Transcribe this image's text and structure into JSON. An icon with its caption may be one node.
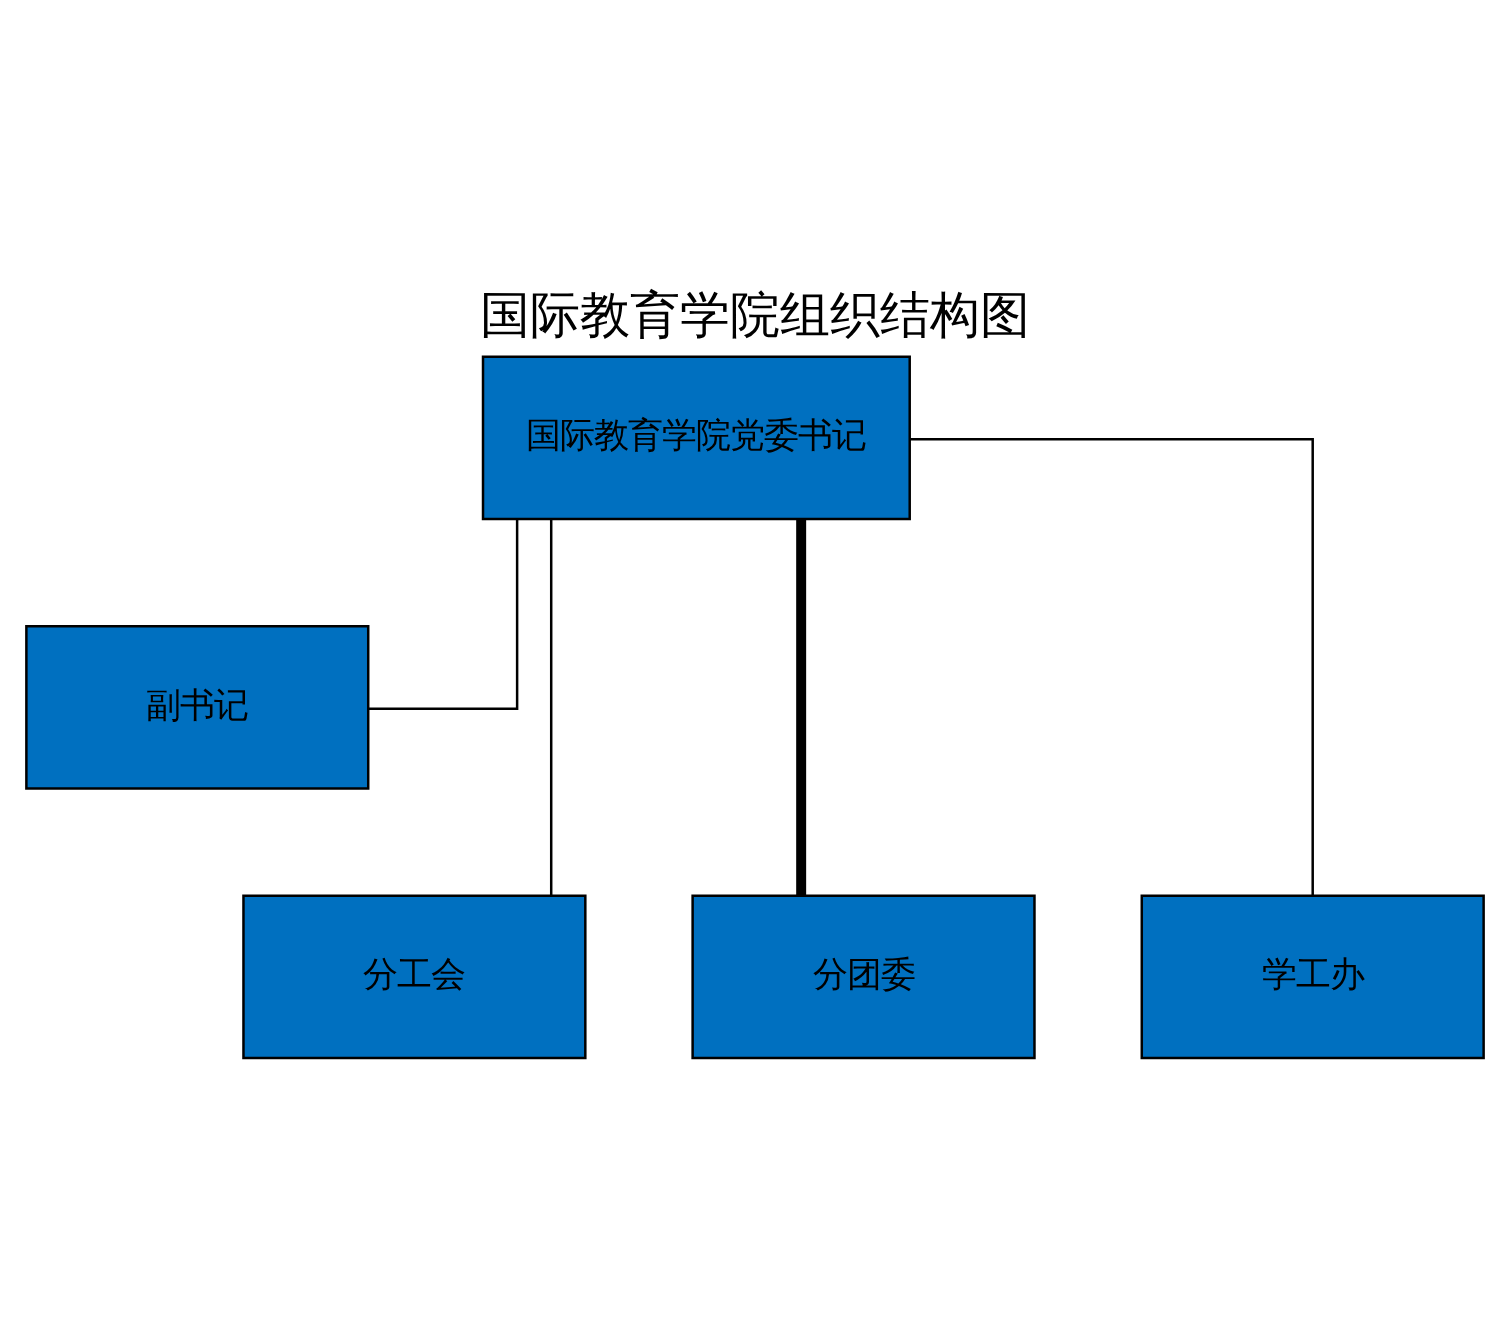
{
  "diagram": {
    "title": "国际教育学院组织结构图",
    "nodes": [
      {
        "text": [
          "国际教育学院党委书记"
        ]
      },
      {
        "text": [
          "副书记"
        ]
      },
      {
        "text": [
          "分工会"
        ]
      },
      {
        "text": [
          "分团委"
        ]
      },
      {
        "text": [
          "学工办"
        ]
      }
    ],
    "edges": [
      {
        "from": 0,
        "to": 1,
        "arrow": "none"
      },
      {
        "from": 0,
        "to": 2,
        "arrow": "none"
      },
      {
        "from": 0,
        "to": 3,
        "arrow": "none",
        "style": "thick"
      },
      {
        "from": 0,
        "to": 4,
        "arrow": "none"
      }
    ]
  }
}
